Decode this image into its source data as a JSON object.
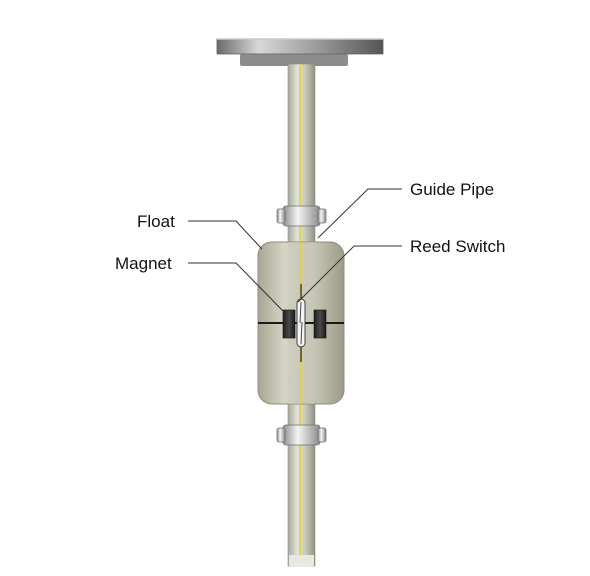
{
  "labels": {
    "guide_pipe": "Guide Pipe",
    "float": "Float",
    "reed_switch": "Reed Switch",
    "magnet": "Magnet"
  },
  "colors": {
    "background": "#ffffff",
    "flange_top": "#e6e6e6",
    "flange_side": "#7b7b7b",
    "pipe": "#b9bcae",
    "pipe_highlight": "#eef0e4",
    "sensor_wire": "#f0d23a",
    "float_body": "#c4c2b0",
    "magnet": "#2d2d2d",
    "leader_line": "#333333"
  }
}
